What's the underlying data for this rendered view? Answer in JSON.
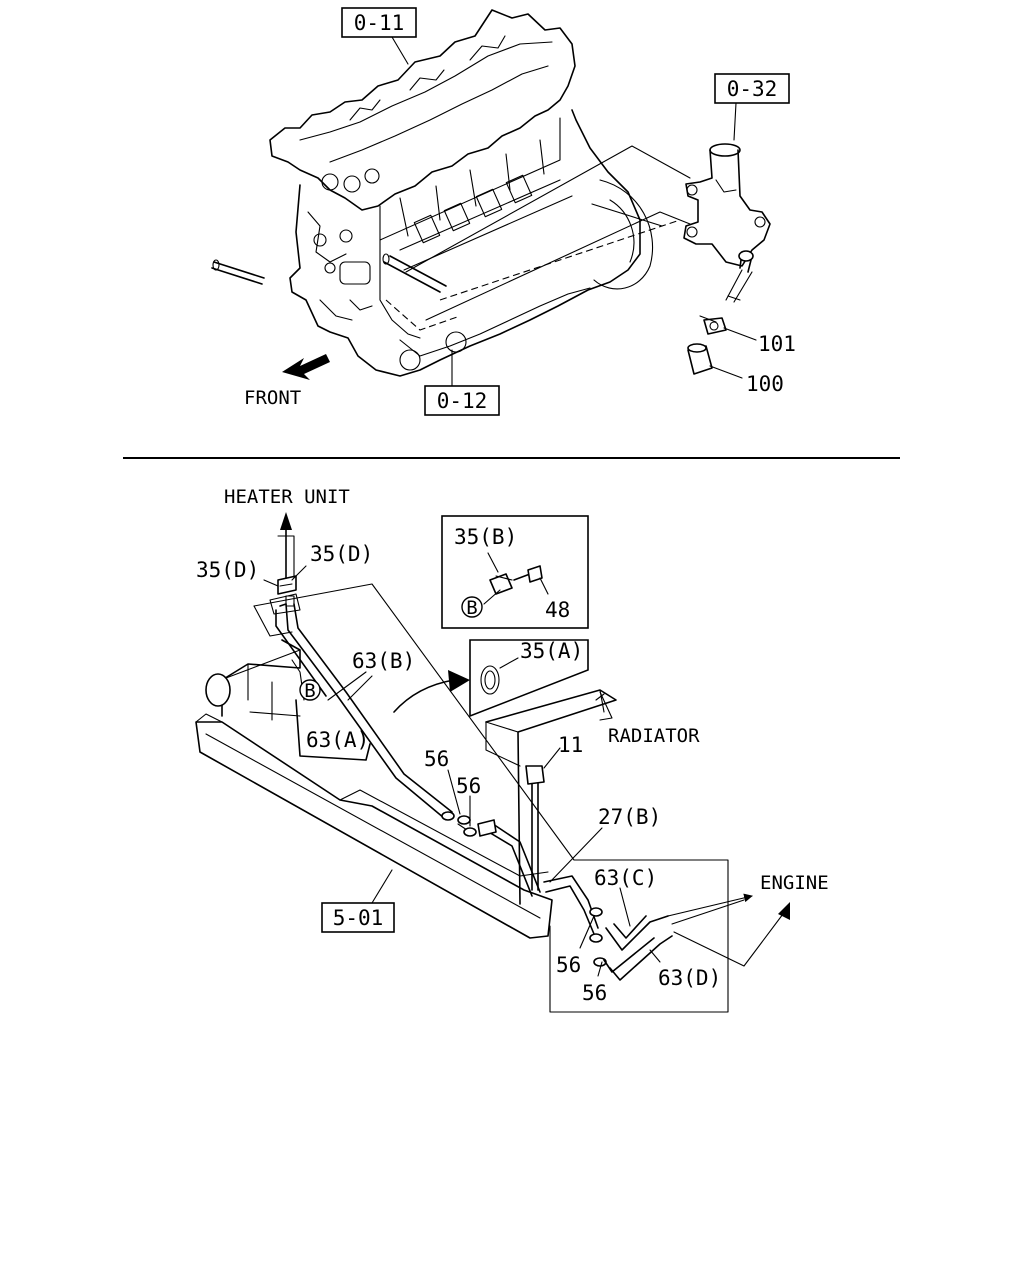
{
  "upper_figure": {
    "ref_engine_head": "0-11",
    "ref_water_outlet": "0-32",
    "ref_engine_block": "0-12",
    "part_clip": "101",
    "part_hose": "100",
    "direction_front": "FRONT"
  },
  "lower_figure": {
    "heater_unit": "HEATER UNIT",
    "radiator": "RADIATOR",
    "engine": "ENGINE",
    "ref_frame": "5-01",
    "clip_35d_left": "35(D)",
    "clip_35d_right": "35(D)",
    "clip_35b": "35(B)",
    "clip_35a": "35(A)",
    "bolt_48": "48",
    "marker_b_inset": "B",
    "marker_b_frame": "B",
    "hose_63a": "63(A)",
    "hose_63b": "63(B)",
    "hose_63c": "63(C)",
    "hose_63d": "63(D)",
    "bolt_11": "11",
    "bracket_27b": "27(B)",
    "clamp_56_a": "56",
    "clamp_56_b": "56",
    "clamp_56_c": "56",
    "clamp_56_d": "56"
  }
}
